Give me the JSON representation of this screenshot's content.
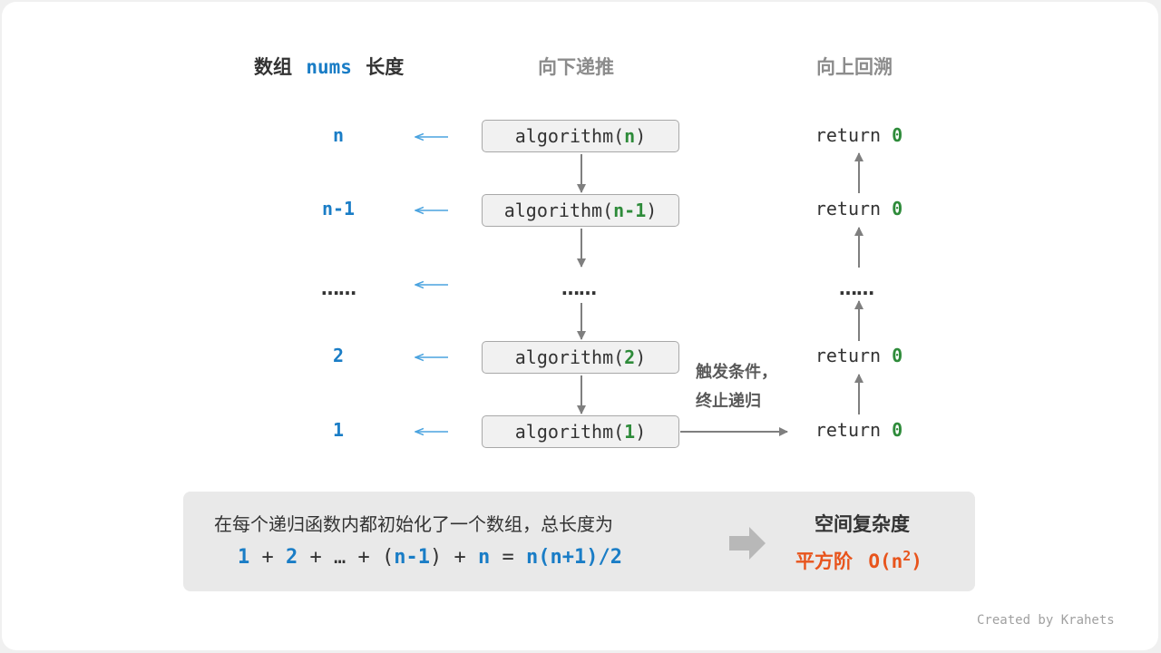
{
  "headers": {
    "length_prefix": "数组",
    "length_var": "nums",
    "length_suffix": "长度",
    "recurse_down": "向下递推",
    "backtrack_up": "向上回溯"
  },
  "rows": [
    {
      "length": "n",
      "call_name": "algorithm(",
      "call_arg": "n",
      "call_close": ")",
      "ret_keyword": "return",
      "ret_value": "0"
    },
    {
      "length": "n-1",
      "call_name": "algorithm(",
      "call_arg": "n-1",
      "call_close": ")",
      "ret_keyword": "return",
      "ret_value": "0"
    },
    {
      "length": "……",
      "call_name": "……",
      "ret_keyword": "……"
    },
    {
      "length": "2",
      "call_name": "algorithm(",
      "call_arg": "2",
      "call_close": ")",
      "ret_keyword": "return",
      "ret_value": "0"
    },
    {
      "length": "1",
      "call_name": "algorithm(",
      "call_arg": "1",
      "call_close": ")",
      "ret_keyword": "return",
      "ret_value": "0"
    }
  ],
  "trigger_note": {
    "line1": "触发条件，",
    "line2": "终止递归"
  },
  "summary": {
    "text": "在每个递归函数内都初始化了一个数组，总长度为",
    "formula": {
      "t1": "1",
      "plus1": "+",
      "t2": "2",
      "plus2": "+",
      "ellipsis": "…",
      "plus3": "+",
      "paren_open": "(",
      "t3": "n-1",
      "paren_close": ")",
      "plus4": "+",
      "t4": "n",
      "equals": "=",
      "result": "n(n+1)/2"
    }
  },
  "complexity": {
    "title": "空间复杂度",
    "label": "平方阶",
    "notation": "O(n",
    "exponent": "2",
    "notation_close": ")"
  },
  "credit": "Created by Krahets",
  "colors": {
    "blue": "#1a7dc6",
    "green": "#2e8b3a",
    "orange": "#e8541c",
    "arrow_blue": "#4aa3df",
    "arrow_grey": "#7f7f7f"
  }
}
